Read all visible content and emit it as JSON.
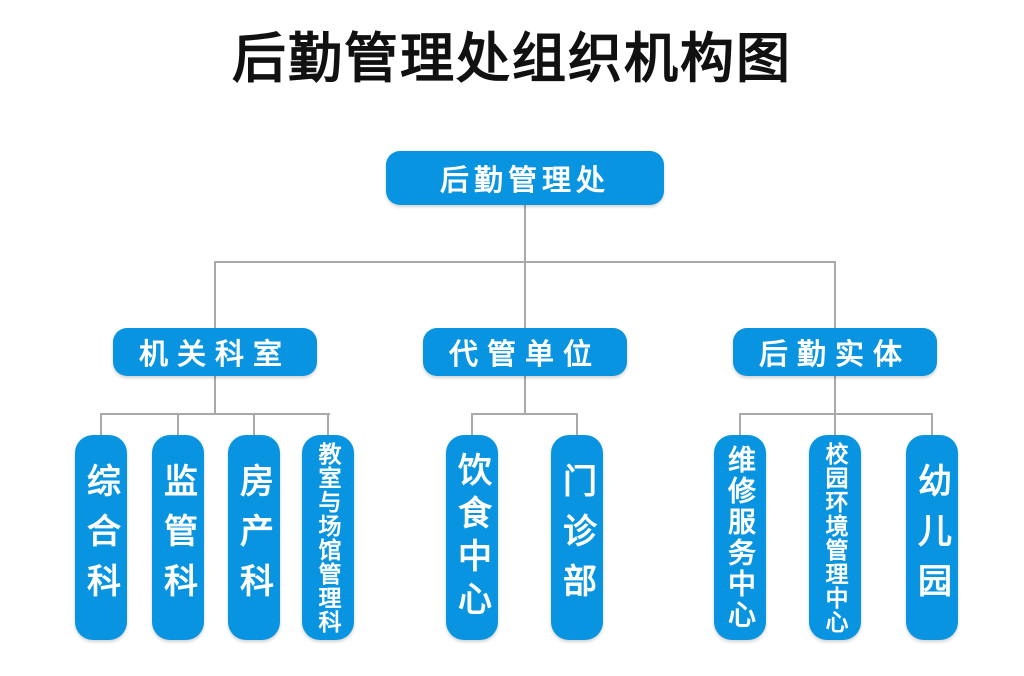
{
  "title": "后勤管理处组织机构图",
  "colors": {
    "node_blue": "#0894e0",
    "connector_gray": "#a9a9a9",
    "node_text": "#ffffff",
    "title_text": "#111111"
  },
  "root": {
    "label": "后勤管理处"
  },
  "branches": [
    {
      "label": "机关科室",
      "children": [
        {
          "label": "综合科"
        },
        {
          "label": "监管科"
        },
        {
          "label": "房产科"
        },
        {
          "label": "教室与场馆管理科"
        }
      ]
    },
    {
      "label": "代管单位",
      "children": [
        {
          "label": "饮食中心"
        },
        {
          "label": "门诊部"
        }
      ]
    },
    {
      "label": "后勤实体",
      "children": [
        {
          "label": "维修服务中心"
        },
        {
          "label": "校园环境管理中心"
        },
        {
          "label": "幼儿园"
        }
      ]
    }
  ]
}
